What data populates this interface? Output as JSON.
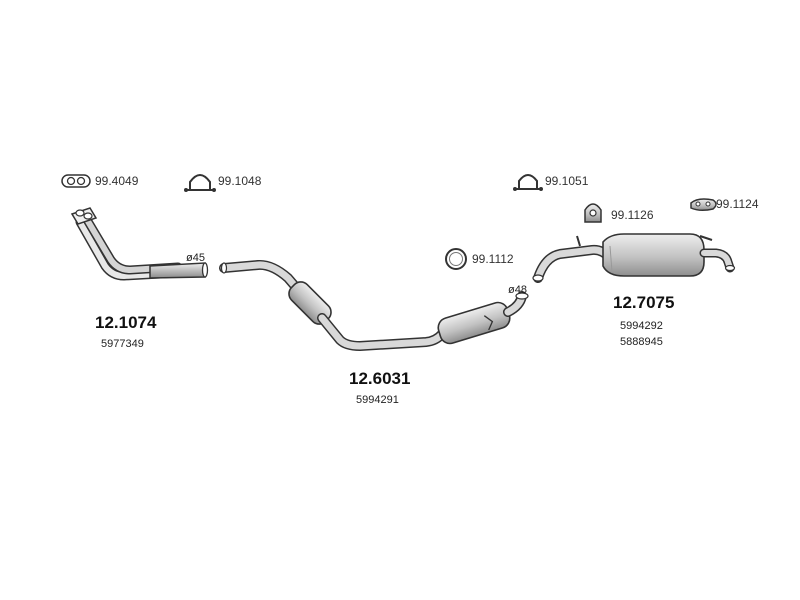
{
  "parts": {
    "front_pipe": {
      "number": "12.1074",
      "oe": "5977349",
      "diameter": "ø45"
    },
    "center_section": {
      "number": "12.6031",
      "oe": "5994291",
      "diameter": "ø48"
    },
    "rear_silencer": {
      "number": "12.7075",
      "oe_1": "5994292",
      "oe_2": "5888945"
    }
  },
  "accessories": {
    "gasket": "99.4049",
    "clamp_1": "99.1048",
    "ring": "99.1112",
    "clamp_2": "99.1051",
    "hanger": "99.1126",
    "rubber_mount": "99.1124"
  },
  "colors": {
    "line": "#333333",
    "shade": "#b8b8b8",
    "light": "#e2e2e2"
  }
}
